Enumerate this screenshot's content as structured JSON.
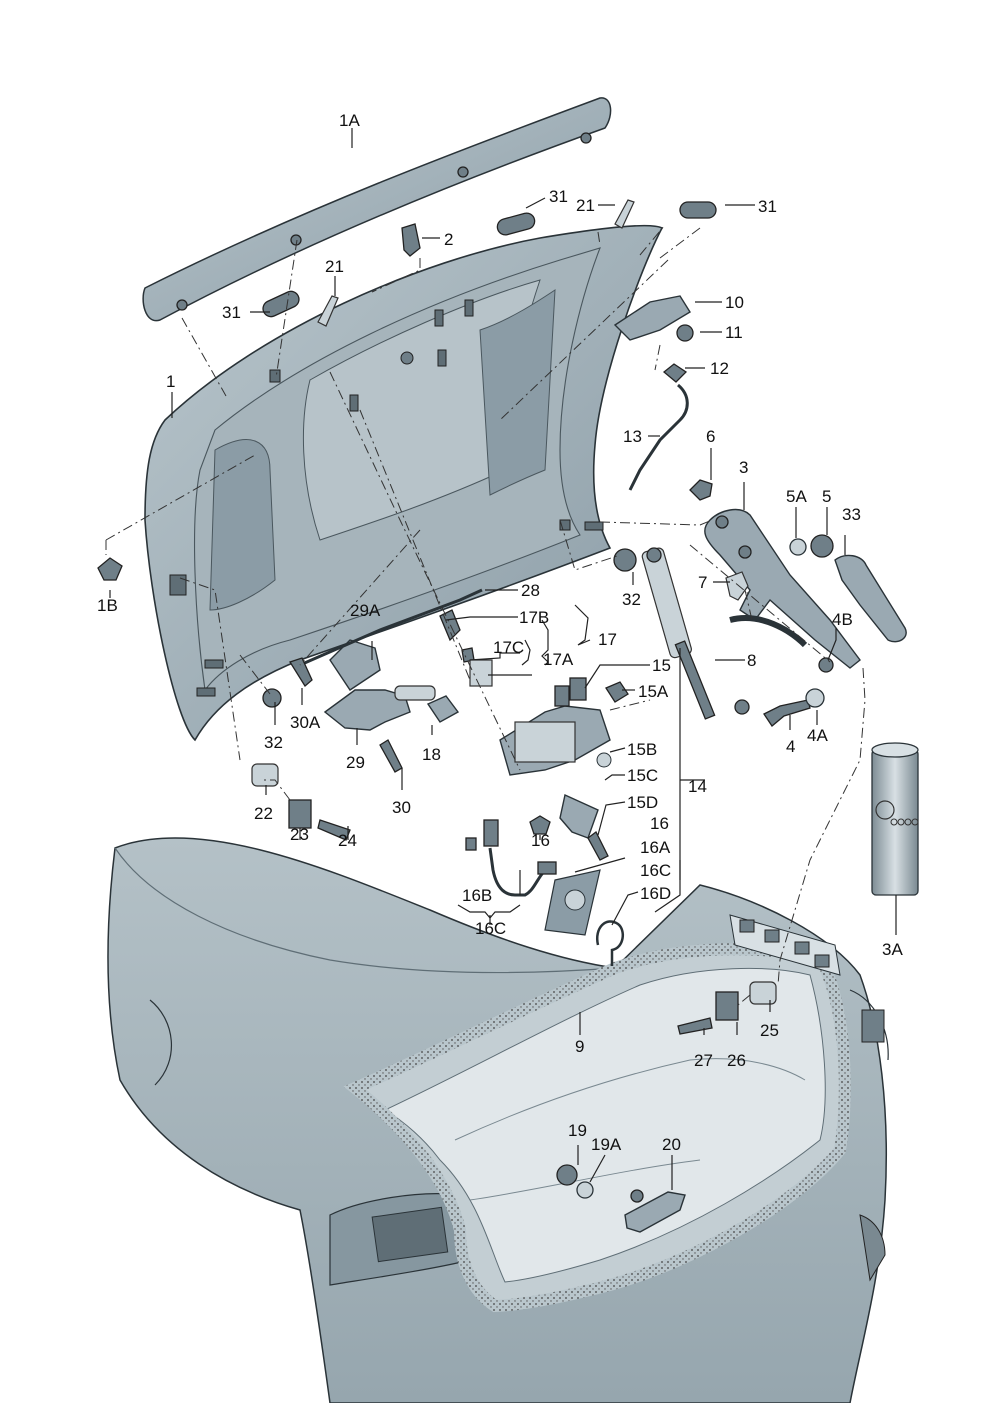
{
  "callouts": [
    {
      "id": "1A",
      "text": "1A"
    },
    {
      "id": "1",
      "text": "1"
    },
    {
      "id": "1B",
      "text": "1B"
    },
    {
      "id": "2",
      "text": "2"
    },
    {
      "id": "3",
      "text": "3"
    },
    {
      "id": "3A",
      "text": "3A"
    },
    {
      "id": "4",
      "text": "4"
    },
    {
      "id": "4A",
      "text": "4A"
    },
    {
      "id": "4B",
      "text": "4B"
    },
    {
      "id": "5",
      "text": "5"
    },
    {
      "id": "5A",
      "text": "5A"
    },
    {
      "id": "6",
      "text": "6"
    },
    {
      "id": "7",
      "text": "7"
    },
    {
      "id": "8",
      "text": "8"
    },
    {
      "id": "9",
      "text": "9"
    },
    {
      "id": "10",
      "text": "10"
    },
    {
      "id": "11",
      "text": "11"
    },
    {
      "id": "12",
      "text": "12"
    },
    {
      "id": "13",
      "text": "13"
    },
    {
      "id": "14",
      "text": "14"
    },
    {
      "id": "15",
      "text": "15"
    },
    {
      "id": "15A",
      "text": "15A"
    },
    {
      "id": "15B",
      "text": "15B"
    },
    {
      "id": "15C",
      "text": "15C"
    },
    {
      "id": "15D",
      "text": "15D"
    },
    {
      "id": "16",
      "text": "16"
    },
    {
      "id": "16_right",
      "text": "16"
    },
    {
      "id": "16A",
      "text": "16A"
    },
    {
      "id": "16B",
      "text": "16B"
    },
    {
      "id": "16C",
      "text": "16C"
    },
    {
      "id": "16C_right",
      "text": "16C"
    },
    {
      "id": "16D",
      "text": "16D"
    },
    {
      "id": "17",
      "text": "17"
    },
    {
      "id": "17A",
      "text": "17A"
    },
    {
      "id": "17B",
      "text": "17B"
    },
    {
      "id": "17C",
      "text": "17C"
    },
    {
      "id": "18",
      "text": "18"
    },
    {
      "id": "19",
      "text": "19"
    },
    {
      "id": "19A",
      "text": "19A"
    },
    {
      "id": "20",
      "text": "20"
    },
    {
      "id": "21_left",
      "text": "21"
    },
    {
      "id": "21_top",
      "text": "21"
    },
    {
      "id": "22",
      "text": "22"
    },
    {
      "id": "23",
      "text": "23"
    },
    {
      "id": "24",
      "text": "24"
    },
    {
      "id": "25",
      "text": "25"
    },
    {
      "id": "26",
      "text": "26"
    },
    {
      "id": "27",
      "text": "27"
    },
    {
      "id": "28",
      "text": "28"
    },
    {
      "id": "29",
      "text": "29"
    },
    {
      "id": "29A",
      "text": "29A"
    },
    {
      "id": "30",
      "text": "30"
    },
    {
      "id": "30A",
      "text": "30A"
    },
    {
      "id": "31_left",
      "text": "31"
    },
    {
      "id": "31_mid",
      "text": "31"
    },
    {
      "id": "31_right",
      "text": "31"
    },
    {
      "id": "32_left",
      "text": "32"
    },
    {
      "id": "32_right",
      "text": "32"
    },
    {
      "id": "33",
      "text": "33"
    }
  ],
  "colors": {
    "body": "#a9b6bd",
    "lid": "#9aa9b2",
    "seal": "#bfcad0",
    "outline": "#2a3338"
  }
}
